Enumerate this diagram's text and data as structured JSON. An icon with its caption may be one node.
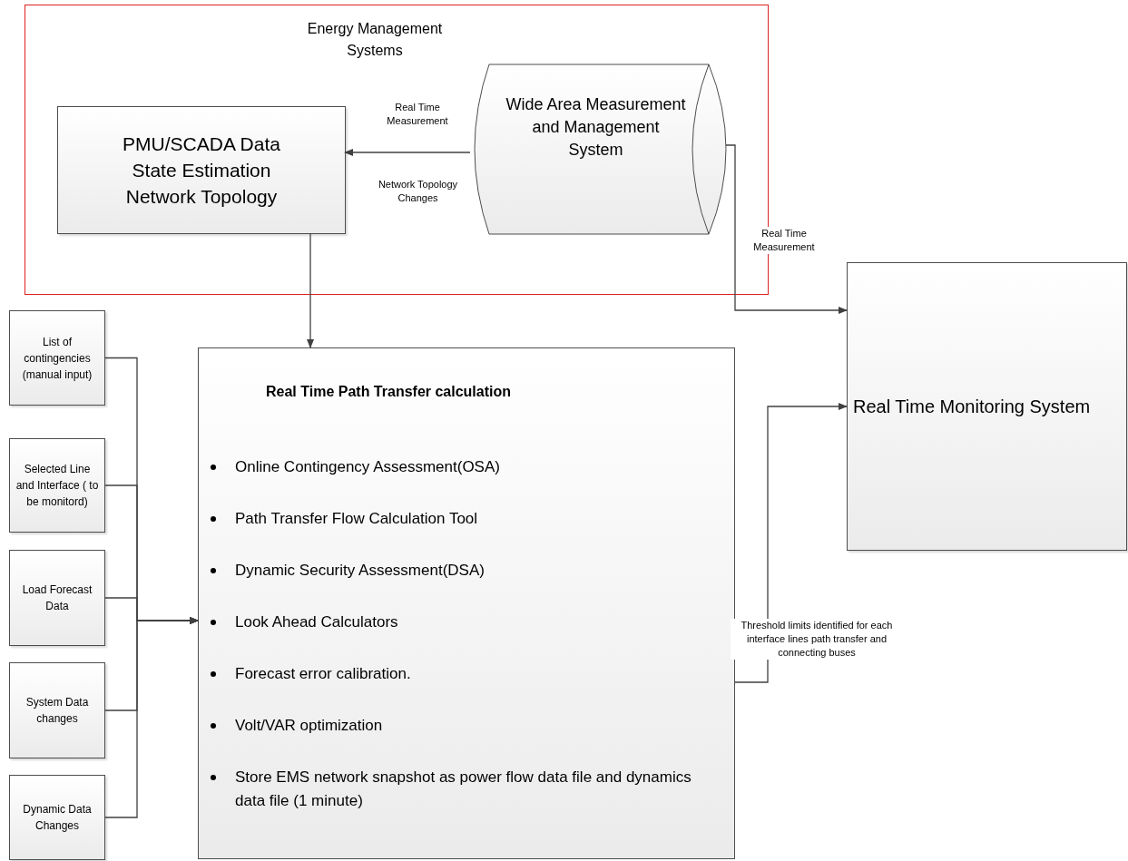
{
  "diagram": {
    "nodes": [
      {
        "text": [
          "Energy Management Systems"
        ]
      },
      {
        "text": [
          "PMU/SCADA Data State Estimation Network Topology"
        ],
        "in": 0
      },
      {
        "text": [
          "Wide Area Measurement and Management System"
        ],
        "in": 0
      },
      {
        "text": [
          "List of contingencies (manual input)"
        ]
      },
      {
        "text": [
          "Selected Line and Interface ( to be monitord)"
        ]
      },
      {
        "text": [
          "Load Forecast Data"
        ]
      },
      {
        "text": [
          "System Data changes"
        ]
      },
      {
        "text": [
          "Dynamic Data Changes"
        ]
      },
      {
        "text": [
          "Real Time Path Transfer calculation",
          "Online Contingency Assessment(OSA)",
          "Path Transfer Flow  Calculation Tool",
          "Dynamic Security Assessment(DSA)",
          "Look Ahead Calculators",
          "Forecast error calibration.",
          "Volt/VAR optimization",
          "Store EMS network snapshot as power flow data file and dynamics data file (1 minute)"
        ]
      },
      {
        "text": [
          "Real Time Monitoring System"
        ]
      }
    ],
    "edges": [
      {
        "from": 2,
        "to": 1,
        "arrow": "to",
        "label": "Real Time Measurement"
      },
      {
        "from": 1,
        "to": 8,
        "arrow": "to"
      },
      {
        "from": 2,
        "to": 9,
        "arrow": "to",
        "label": "Real Time Measurement"
      },
      {
        "from": 3,
        "to": 8,
        "arrow": "to"
      },
      {
        "from": 4,
        "to": 8,
        "arrow": "to"
      },
      {
        "from": 5,
        "to": 8,
        "arrow": "to"
      },
      {
        "from": 6,
        "to": 8,
        "arrow": "to"
      },
      {
        "from": 7,
        "to": 8,
        "arrow": "to"
      },
      {
        "from": 8,
        "to": 9,
        "arrow": "to",
        "label": "Threshold limits identified for each interface lines path transfer and connecting buses"
      }
    ],
    "labels": [
      "Network Topology Changes"
    ]
  }
}
